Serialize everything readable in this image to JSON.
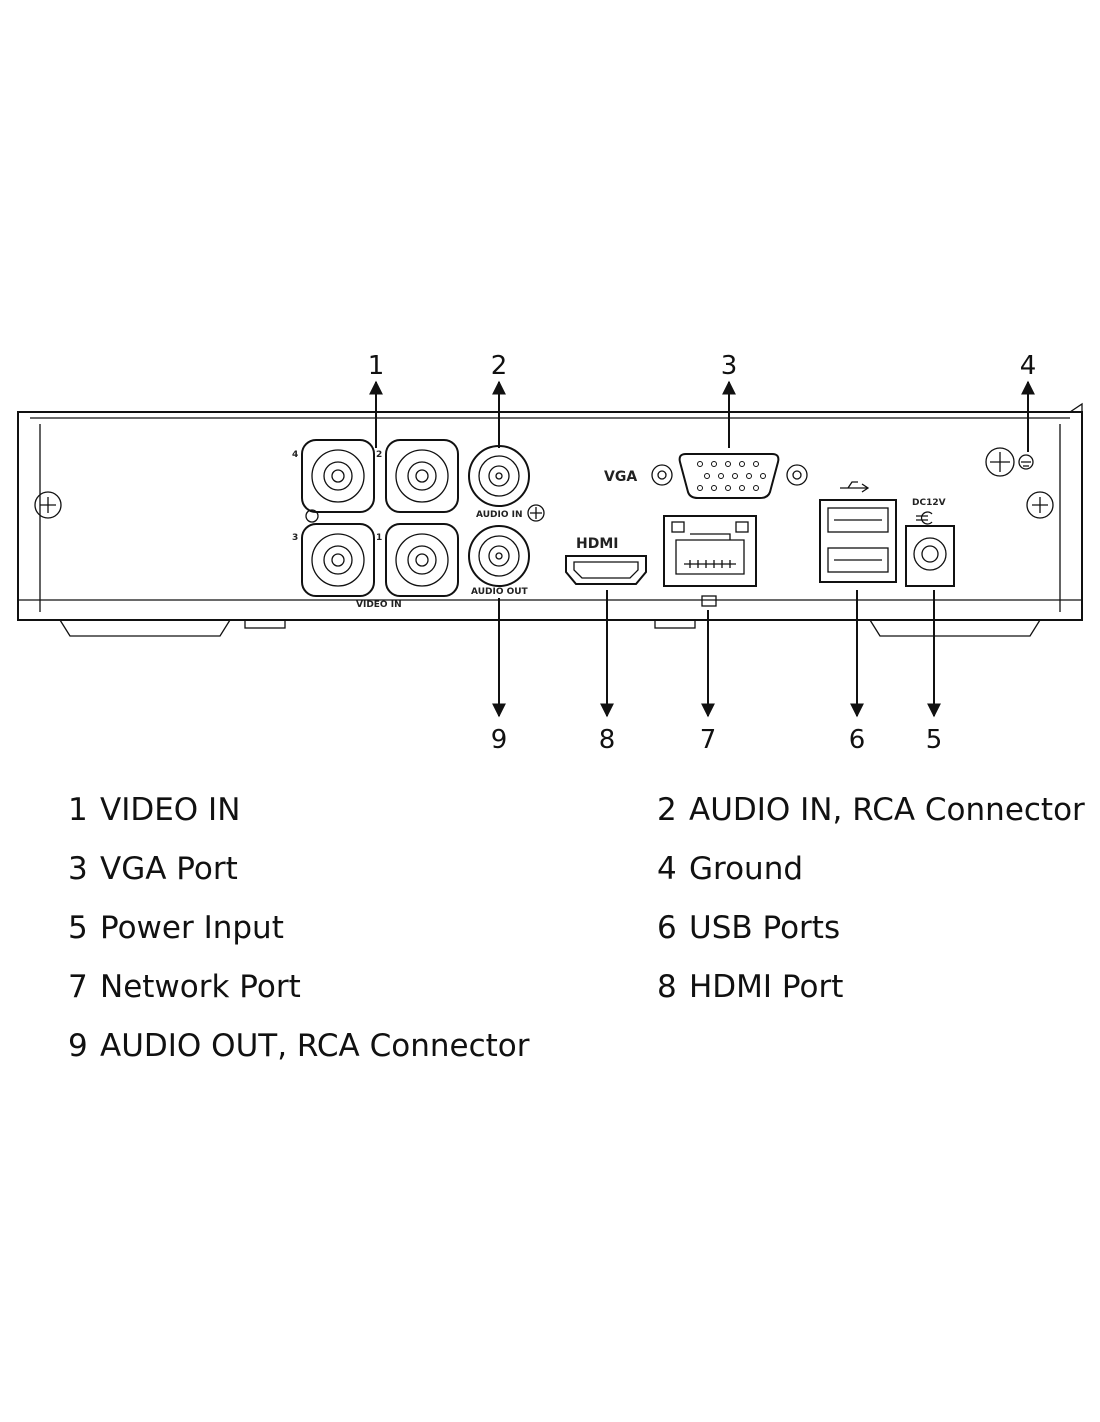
{
  "callouts": [
    "1",
    "2",
    "3",
    "4",
    "5",
    "6",
    "7",
    "8",
    "9"
  ],
  "panel_labels": {
    "vga": "VGA",
    "audio_in": "AUDIO IN",
    "audio_out": "AUDIO OUT",
    "video_in": "VIDEO IN",
    "dc": "DC12V",
    "hdmi": "HDMI",
    "bnc_4": "4",
    "bnc_2": "2",
    "bnc_3": "3",
    "bnc_1": "1"
  },
  "legend": [
    {
      "num": "1",
      "text": "VIDEO IN"
    },
    {
      "num": "2",
      "text": "AUDIO IN, RCA Connector"
    },
    {
      "num": "3",
      "text": "VGA Port"
    },
    {
      "num": "4",
      "text": "Ground"
    },
    {
      "num": "5",
      "text": "Power Input"
    },
    {
      "num": "6",
      "text": "USB Ports"
    },
    {
      "num": "7",
      "text": "Network Port"
    },
    {
      "num": "8",
      "text": "HDMI Port"
    },
    {
      "num": "9",
      "text": "AUDIO OUT, RCA Connector"
    }
  ]
}
